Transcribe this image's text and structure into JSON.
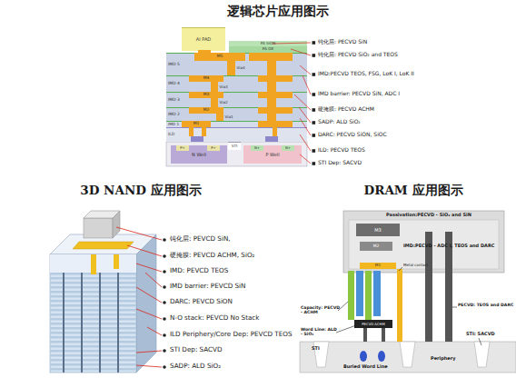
{
  "diagram": {
    "nodes": [
      {
        "text": [
          "Al PAD"
        ]
      },
      {
        "text": [
          "PA SiON"
        ]
      },
      {
        "text": [
          "PA OX"
        ]
      },
      {
        "text": [
          "IMD 5"
        ]
      },
      {
        "text": [
          "M5"
        ]
      },
      {
        "text": [
          "Via4"
        ]
      },
      {
        "text": [
          "IMD 4"
        ]
      },
      {
        "text": [
          "M4"
        ]
      },
      {
        "text": [
          "Via3"
        ]
      },
      {
        "text": [
          "IMD 3"
        ]
      },
      {
        "text": [
          "M3"
        ]
      },
      {
        "text": [
          "Via2"
        ]
      },
      {
        "text": [
          "IMD 2"
        ]
      },
      {
        "text": [
          "M2"
        ]
      },
      {
        "text": [
          "Via1"
        ]
      },
      {
        "text": [
          "IMD 1"
        ]
      },
      {
        "text": [
          "M1"
        ]
      },
      {
        "text": [
          "ILD"
        ]
      },
      {
        "text": [
          "STI"
        ]
      },
      {
        "text": [
          "N Well"
        ]
      },
      {
        "text": [
          "P+"
        ],
        "in": 19
      },
      {
        "text": [
          "P+"
        ],
        "in": 19
      },
      {
        "text": [
          "P Well"
        ]
      },
      {
        "text": [
          "N+"
        ],
        "in": 22
      },
      {
        "text": [
          "N+"
        ],
        "in": 22
      },
      {
        "text": [
          "M3"
        ]
      },
      {
        "text": [
          "M2"
        ]
      },
      {
        "text": [
          "M1"
        ]
      },
      {
        "text": [
          "PECVD ACHM"
        ]
      }
    ],
    "labels": [
      "逻辑芯片应用图示",
      "钝化层: PECVD SiN",
      "钝化层: PECVD SiO₂ and TEOS",
      "IMD:PECVD TEOS, FSG, LoK I, LoK II",
      "IMD barrier: PECVD SiN, ADC I",
      "硬掩膜: PECVD ACHM",
      "SADP: ALD SiO₂",
      "DARC: PECVD SiON, SiOC",
      "ILD: PECVD TEOS",
      "STI Dep: SACVD",
      "3D NAND 应用图示",
      "钝化层: PEVCD SiN,",
      "硬掩膜: PEVCD ACHM, SiO₂",
      "IMD: PEVCD TEOS",
      "IMD barrier: PEVCD SiN",
      "DARC: PEVCD SiON",
      "N-O stack: PEVCD No Stack",
      "ILD Periphery/Core Dep: PEVCD TEOS",
      "STI Dep: SACVD",
      "SADP: ALD SiO₂",
      "DRAM 应用图示",
      "Passivation:PECVD - SiO₂ and SiN",
      "IMD:PECVD - ADC Ⅰ, TEOS and DARC",
      "Metal contact",
      "Capacity: PECVD - ACHM",
      "Word Line: ALD - SiO₂",
      "PECVD: TEOS and DARC",
      "STI",
      "Buried Word Line",
      "Periphery",
      "STI: SACVD"
    ]
  }
}
